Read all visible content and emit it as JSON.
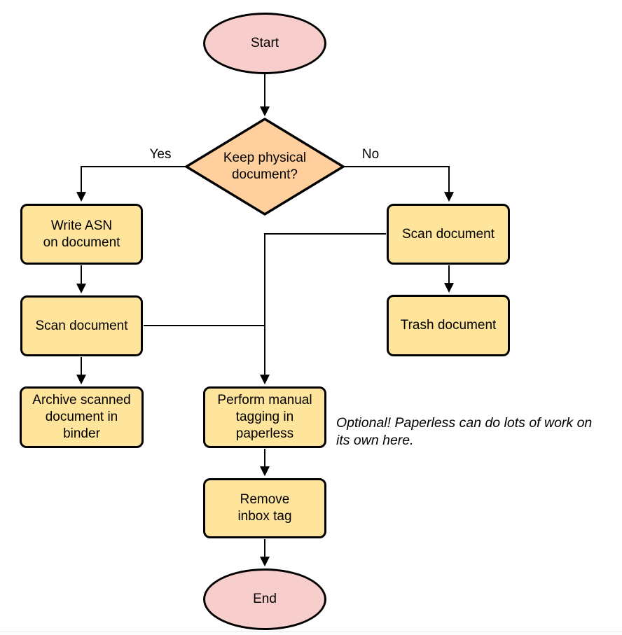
{
  "diagram": {
    "nodes": {
      "start": {
        "type": "terminal",
        "label": "Start"
      },
      "decision": {
        "type": "decision",
        "label": "Keep physical\ndocument?"
      },
      "write_asn": {
        "type": "process",
        "label": "Write ASN\non document"
      },
      "scan_left": {
        "type": "process",
        "label": "Scan document"
      },
      "archive": {
        "type": "process",
        "label": "Archive scanned\ndocument in\nbinder"
      },
      "scan_right": {
        "type": "process",
        "label": "Scan document"
      },
      "trash": {
        "type": "process",
        "label": "Trash document"
      },
      "tagging": {
        "type": "process",
        "label": "Perform manual\ntagging in\npaperless"
      },
      "remove_inbox": {
        "type": "process",
        "label": "Remove\ninbox tag"
      },
      "end": {
        "type": "terminal",
        "label": "End"
      }
    },
    "edge_labels": {
      "yes": "Yes",
      "no": "No"
    },
    "annotation": "Optional! Paperless can do lots of work on\nits own here.",
    "colors": {
      "terminal_fill": "#f8cecc",
      "decision_fill": "#ffcf9e",
      "process_fill": "#ffe49b",
      "stroke": "#000000",
      "text": "#000000"
    }
  }
}
